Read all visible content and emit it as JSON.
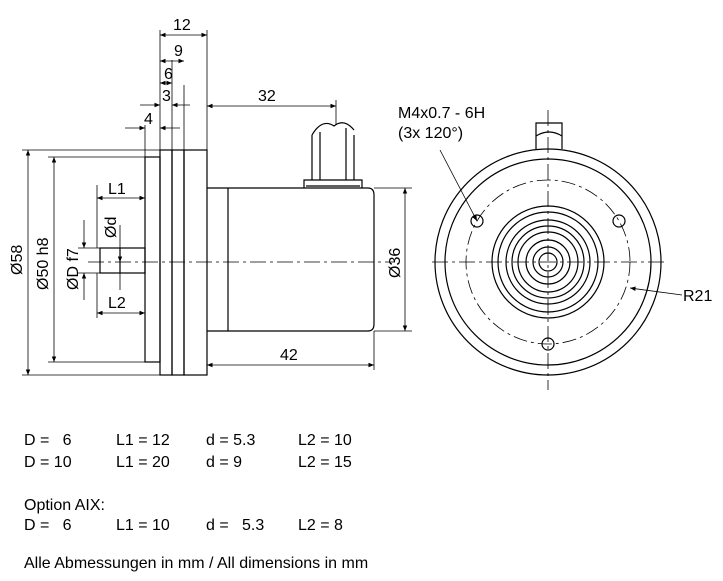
{
  "dimensions": {
    "top": {
      "d12": "12",
      "d9": "9",
      "d6": "6",
      "d3": "3",
      "d4": "4",
      "d32": "32"
    },
    "side": {
      "o58": "Ø58",
      "o50": "Ø50 h8",
      "od": "ØD f7",
      "d_small": "Ød",
      "l1": "L1",
      "l2": "L2",
      "o36": "Ø36",
      "d42": "42"
    },
    "front": {
      "thread": "M4x0.7 - 6H",
      "thread_count": "(3x 120°)",
      "radius": "R21"
    }
  },
  "variants": [
    {
      "D": "D =   6",
      "L1": "L1 = 12",
      "d": "d = 5.3",
      "L2": "L2 = 10"
    },
    {
      "D": "D = 10",
      "L1": "L1 = 20",
      "d": "d = 9",
      "L2": "L2 = 15"
    }
  ],
  "option": {
    "heading": "Option AIX:",
    "row": {
      "D": "D =   6",
      "L1": "L1 = 10",
      "d": "d =   5.3",
      "L2": "L2 = 8"
    }
  },
  "footnote": "Alle Abmessungen in mm / All dimensions in mm"
}
